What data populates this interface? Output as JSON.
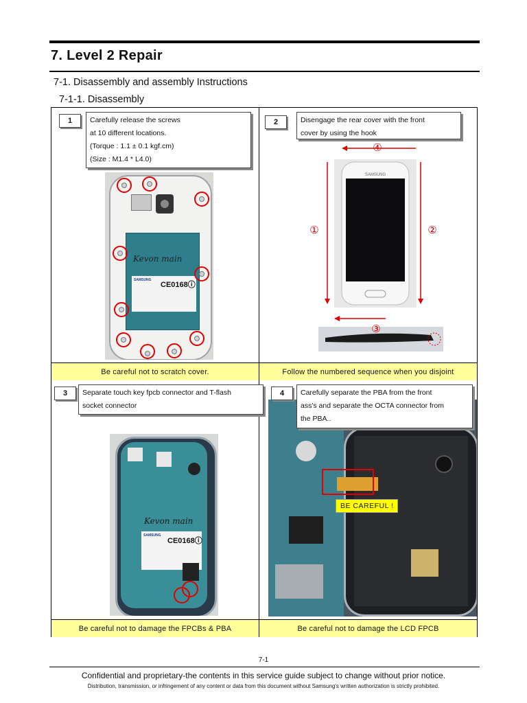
{
  "header": {
    "title": "7. Level 2 Repair",
    "section": "7-1. Disassembly and assembly Instructions",
    "subsection": "7-1-1. Disassembly"
  },
  "steps": [
    {
      "number": "1",
      "lines": [
        "Carefully release the screws",
        "at 10 different locations.",
        "(Torque : 1.1 ± 0.1 kgf.cm)",
        "(Size : M1.4 * L4.0)"
      ],
      "note": "Be careful not to scratch cover."
    },
    {
      "number": "2",
      "lines": [
        "Disengage the rear cover with the front",
        "cover by using the hook"
      ],
      "note": "Follow the numbered sequence when you disjoint",
      "sequence_marks": [
        "①",
        "②",
        "③",
        "④"
      ],
      "brand_text": "SAMSUNG"
    },
    {
      "number": "3",
      "lines": [
        "Separate touch key fpcb connector and T-flash",
        "socket connector"
      ],
      "note": "Be careful not to damage the FPCBs & PBA"
    },
    {
      "number": "4",
      "lines": [
        "Carefully separate the PBA from the front",
        "ass's and separate the OCTA connector from",
        "the PBA.."
      ],
      "note": "Be careful not to damage the LCD FPCB",
      "caution": "BE CAREFUL !"
    }
  ],
  "photo_labels": {
    "samsung_label": "SAMSUNG",
    "ce_mark": "CE0168ⓘ",
    "handwriting": "Kevon main"
  },
  "footer": {
    "page": "7-1",
    "confidential": "Confidential and proprietary-the contents in this service guide subject to change without prior notice.",
    "distribution": "Distribution, transmission, or infringement of any content or data from this document without Samsung's written authorization is strictly prohibited."
  }
}
